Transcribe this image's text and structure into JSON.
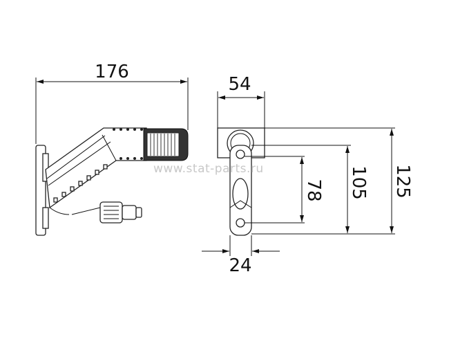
{
  "dimensions": {
    "total_length": "176",
    "width_top": "54",
    "base_width": "24",
    "hole_spacing": "78",
    "base_height": "105",
    "total_height": "125"
  },
  "watermark": "www.stat-parts.ru",
  "colors": {
    "line": "#111111",
    "watermark": "#c8c8c8"
  }
}
